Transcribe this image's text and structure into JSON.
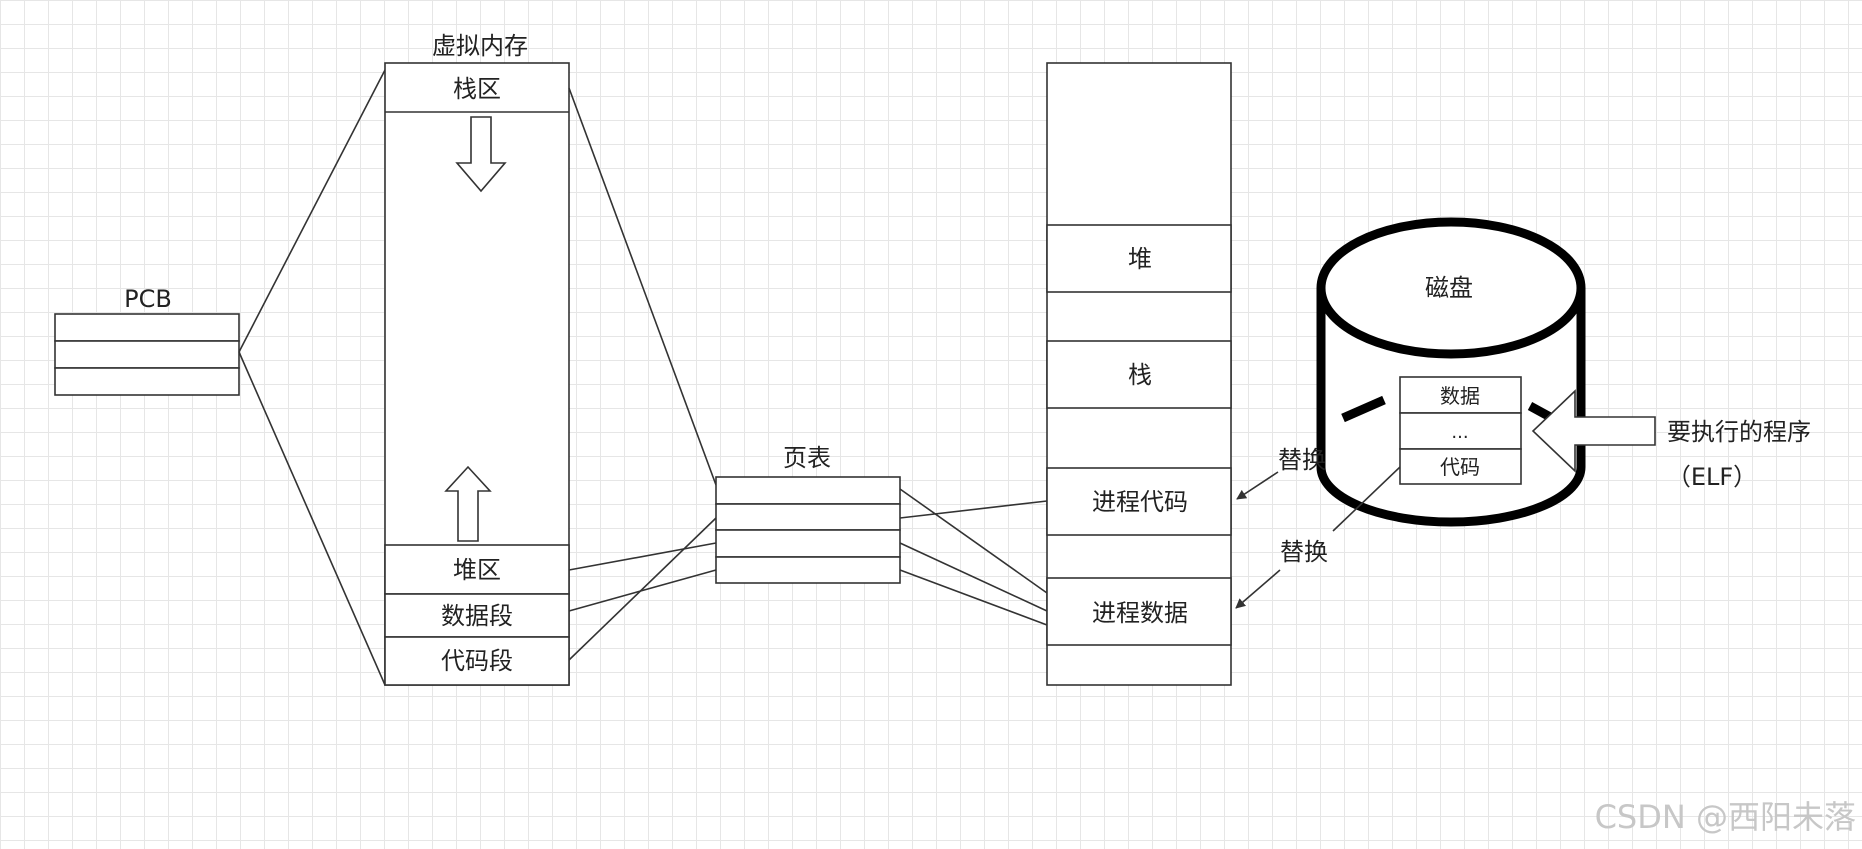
{
  "pcb": {
    "title": "PCB"
  },
  "virtual_memory": {
    "title": "虚拟内存",
    "stack": "栈区",
    "heap": "堆区",
    "data_segment": "数据段",
    "code_segment": "代码段"
  },
  "page_table": {
    "title": "页表"
  },
  "physical_memory": {
    "heap": "堆",
    "stack": "栈",
    "process_code": "进程代码",
    "process_data": "进程数据"
  },
  "disk": {
    "title": "磁盘",
    "data": "数据",
    "ellipsis": "...",
    "code": "代码"
  },
  "replace_label_1": "替换",
  "replace_label_2": "替换",
  "program": {
    "line1": "要执行的程序",
    "line2": "（ELF）"
  },
  "watermark": "CSDN @西阳未落"
}
